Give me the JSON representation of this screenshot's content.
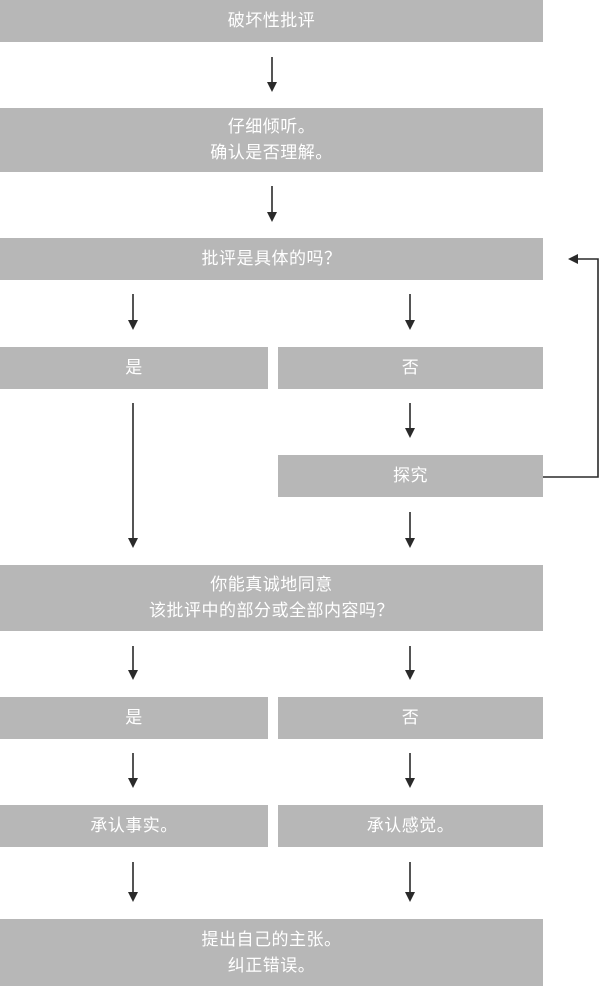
{
  "nodes": {
    "critique": {
      "lines": [
        "破坏性批评"
      ]
    },
    "listen": {
      "lines": [
        "仔细倾听。",
        "确认是否理解。"
      ]
    },
    "specific": {
      "lines": [
        "批评是具体的吗？"
      ]
    },
    "yes1": {
      "lines": [
        "是"
      ]
    },
    "no1": {
      "lines": [
        "否"
      ]
    },
    "explore": {
      "lines": [
        "探究"
      ]
    },
    "agree": {
      "lines": [
        "你能真诚地同意",
        "该批评中的部分或全部内容吗？"
      ]
    },
    "yes2": {
      "lines": [
        "是"
      ]
    },
    "no2": {
      "lines": [
        "否"
      ]
    },
    "ack_fact": {
      "lines": [
        "承认事实。"
      ]
    },
    "ack_feel": {
      "lines": [
        "承认感觉。"
      ]
    },
    "assert": {
      "lines": [
        "提出自己的主张。",
        "纠正错误。"
      ]
    }
  },
  "colors": {
    "box_fill": "#b7b7b7",
    "box_text": "#ffffff",
    "arrow": "#2a2a2a"
  }
}
